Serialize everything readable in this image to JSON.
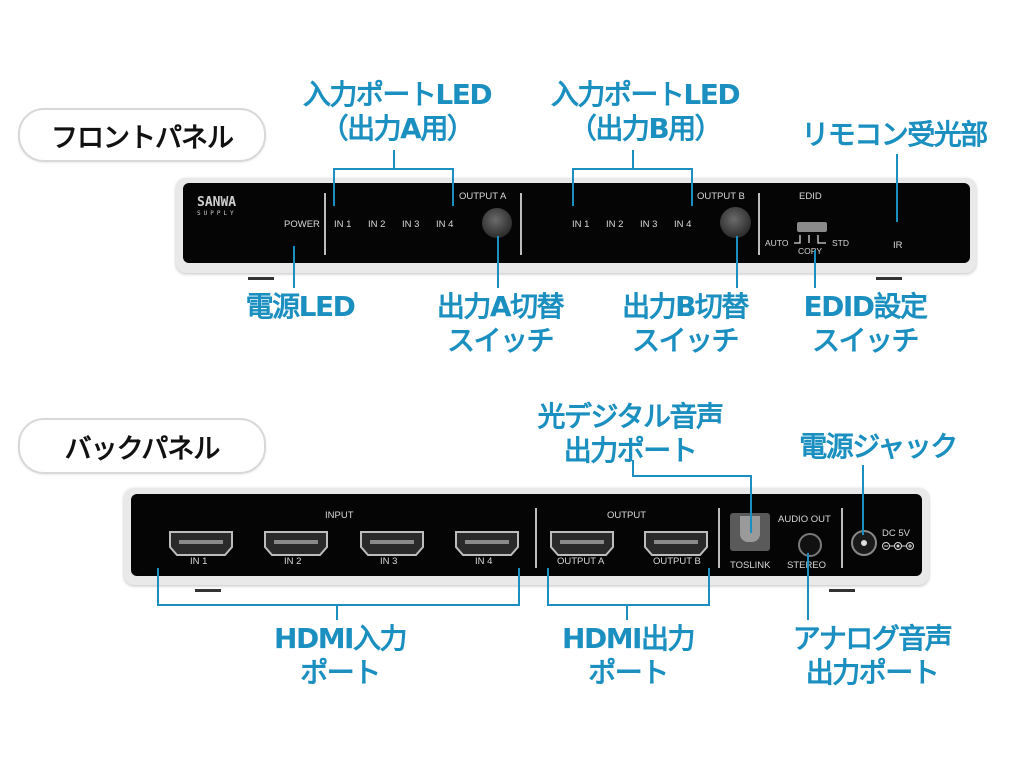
{
  "colors": {
    "accent": "#1a8fc0",
    "device_face": "#050505",
    "panel_text": "#d8d8d8"
  },
  "front": {
    "title": "フロントパネル",
    "brand": {
      "line1": "SANWA",
      "line2": "SUPPLY"
    },
    "device_labels": {
      "power": "POWER",
      "output_a_inputs": [
        "IN 1",
        "IN 2",
        "IN 3",
        "IN 4"
      ],
      "output_a": "OUTPUT A",
      "output_b_inputs": [
        "IN 1",
        "IN 2",
        "IN 3",
        "IN 4"
      ],
      "output_b": "OUTPUT B",
      "edid": "EDID",
      "edid_auto": "AUTO",
      "edid_copy": "COPY",
      "edid_std": "STD",
      "ir": "IR"
    },
    "callouts": {
      "input_led_a": {
        "line1": "入力ポートLED",
        "line2": "（出力A用）"
      },
      "input_led_b": {
        "line1": "入力ポートLED",
        "line2": "（出力B用）"
      },
      "remote_receiver": "リモコン受光部",
      "power_led": "電源LED",
      "switch_a": {
        "line1": "出力A切替",
        "line2": "スイッチ"
      },
      "switch_b": {
        "line1": "出力B切替",
        "line2": "スイッチ"
      },
      "edid_switch": {
        "line1": "EDID設定",
        "line2": "スイッチ"
      }
    }
  },
  "back": {
    "title": "バックパネル",
    "device_labels": {
      "input": "INPUT",
      "inputs": [
        "IN 1",
        "IN 2",
        "IN 3",
        "IN 4"
      ],
      "output": "OUTPUT",
      "outputs": [
        "OUTPUT A",
        "OUTPUT B"
      ],
      "audio_out": "AUDIO OUT",
      "toslink": "TOSLINK",
      "stereo": "STEREO",
      "dc": "DC 5V"
    },
    "callouts": {
      "optical_audio": {
        "line1": "光デジタル音声",
        "line2": "出力ポート"
      },
      "power_jack": "電源ジャック",
      "hdmi_in": {
        "line1": "HDMI入力",
        "line2": "ポート"
      },
      "hdmi_out": {
        "line1": "HDMI出力",
        "line2": "ポート"
      },
      "analog_audio": {
        "line1": "アナログ音声",
        "line2": "出力ポート"
      }
    }
  }
}
